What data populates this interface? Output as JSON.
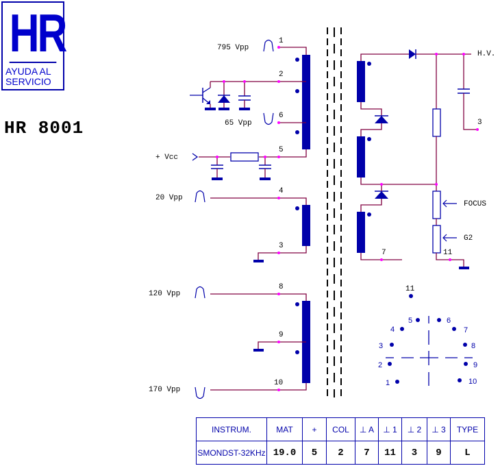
{
  "logo": {
    "initials": "HR",
    "subtitle_line1": "AYUDA AL",
    "subtitle_line2": "SERVICIO"
  },
  "model": "HR 8001",
  "colors": {
    "wire": "#800040",
    "lead": "#ff0000",
    "winding": "#0000aa",
    "node": "#ff00ff",
    "text": "#000000",
    "pinout": "#0000aa"
  },
  "primary": {
    "pins": [
      {
        "pin": "1",
        "signal": "795 Vpp",
        "waveform": "positive-pulse"
      },
      {
        "pin": "2",
        "signal": "",
        "waveform": ""
      },
      {
        "pin": "6",
        "signal": "65 Vpp",
        "waveform": "negative-pulse"
      },
      {
        "pin": "5",
        "signal": "+ Vcc",
        "waveform": ""
      }
    ]
  },
  "secondary_low": [
    {
      "pin": "4",
      "signal": "20 Vpp",
      "waveform": "positive-pulse"
    },
    {
      "pin": "3",
      "signal": "",
      "waveform": "ground"
    }
  ],
  "secondary_heater": [
    {
      "pin": "8",
      "signal": "120 Vpp",
      "waveform": "positive-pulse"
    },
    {
      "pin": "9",
      "signal": "",
      "waveform": "ground"
    },
    {
      "pin": "10",
      "signal": "170 Vpp",
      "waveform": "negative-pulse"
    }
  ],
  "hv_section": {
    "hv_label": "H.V.",
    "cap_pin": "3",
    "focus_label": "FOCUS",
    "g2_label": "G2",
    "ground_pin": "11",
    "bottom_pin": "7"
  },
  "pinout": {
    "pins": [
      "1",
      "2",
      "3",
      "4",
      "5",
      "6",
      "7",
      "8",
      "9",
      "10",
      "11"
    ]
  },
  "table": {
    "headers": [
      "INSTRUM.",
      "MAT",
      "+",
      "COL",
      "⊥ A",
      "⊥ 1",
      "⊥ 2",
      "⊥ 3",
      "TYPE"
    ],
    "values": [
      "SMONDST-32KHz",
      "19.0",
      "5",
      "2",
      "7",
      "11",
      "3",
      "9",
      "L"
    ]
  }
}
